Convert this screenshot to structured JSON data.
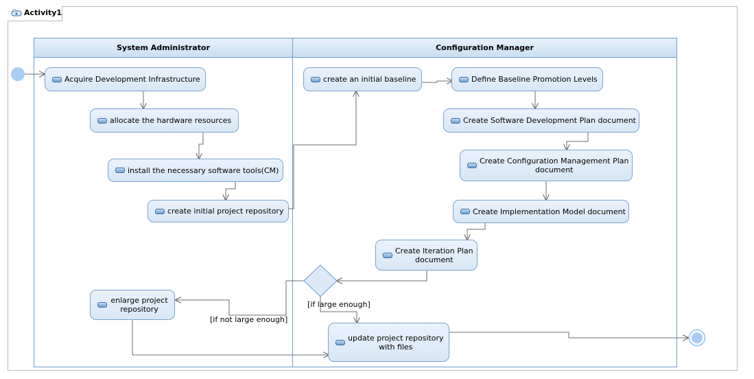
{
  "diagram": {
    "title": "Activity1",
    "lanes": [
      {
        "id": "sysadmin",
        "label": "System Administrator"
      },
      {
        "id": "cm",
        "label": "Configuration Manager"
      }
    ],
    "actions": {
      "acquire": "Acquire Development Infrastructure",
      "allocate": "allocate the hardware resources",
      "install": "install the necessary software tools(CM)",
      "create_repo": "create initial project repository",
      "enlarge_l1": "enlarge project",
      "enlarge_l2": "repository",
      "baseline": "create an initial baseline",
      "promotion": "Define Baseline Promotion Levels",
      "sdp": "Create Software Development Plan document",
      "cmp_l1": "Create Configuration Management Plan",
      "cmp_l2": "document",
      "impl": "Create Implementation Model document",
      "iter_l1": "Create Iteration Plan",
      "iter_l2": "document",
      "update_l1": "update project repository",
      "update_l2": "with files"
    },
    "guards": {
      "not_large": "[if not large enough]",
      "large": "[if large enough]"
    },
    "colors": {
      "lane_border": "#6b9ed0",
      "action_fill": "#dde9f6",
      "node_fill": "#a9cdf2",
      "edge": "#6e6e6e"
    }
  }
}
